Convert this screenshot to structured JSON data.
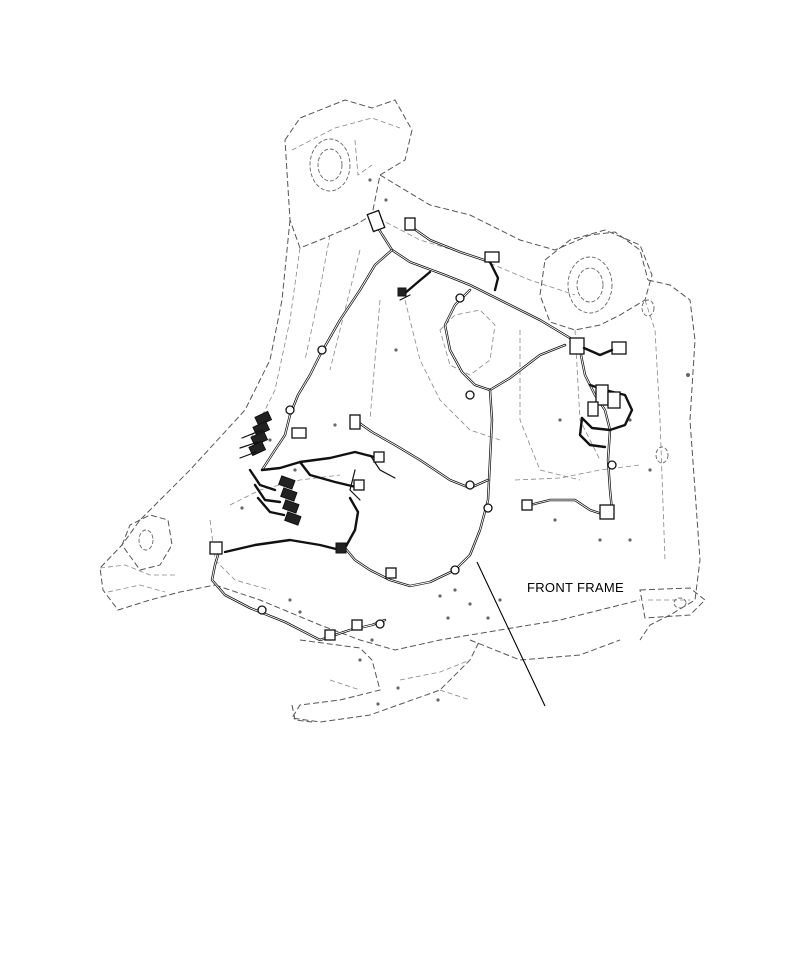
{
  "labels": {
    "front_frame": "FRONT FRAME"
  },
  "colors": {
    "harness": "#111111",
    "frame_outline": "#555555",
    "background": "#ffffff"
  },
  "icons": {
    "connector": "rectangular-connector",
    "clamp": "harness-clamp"
  }
}
